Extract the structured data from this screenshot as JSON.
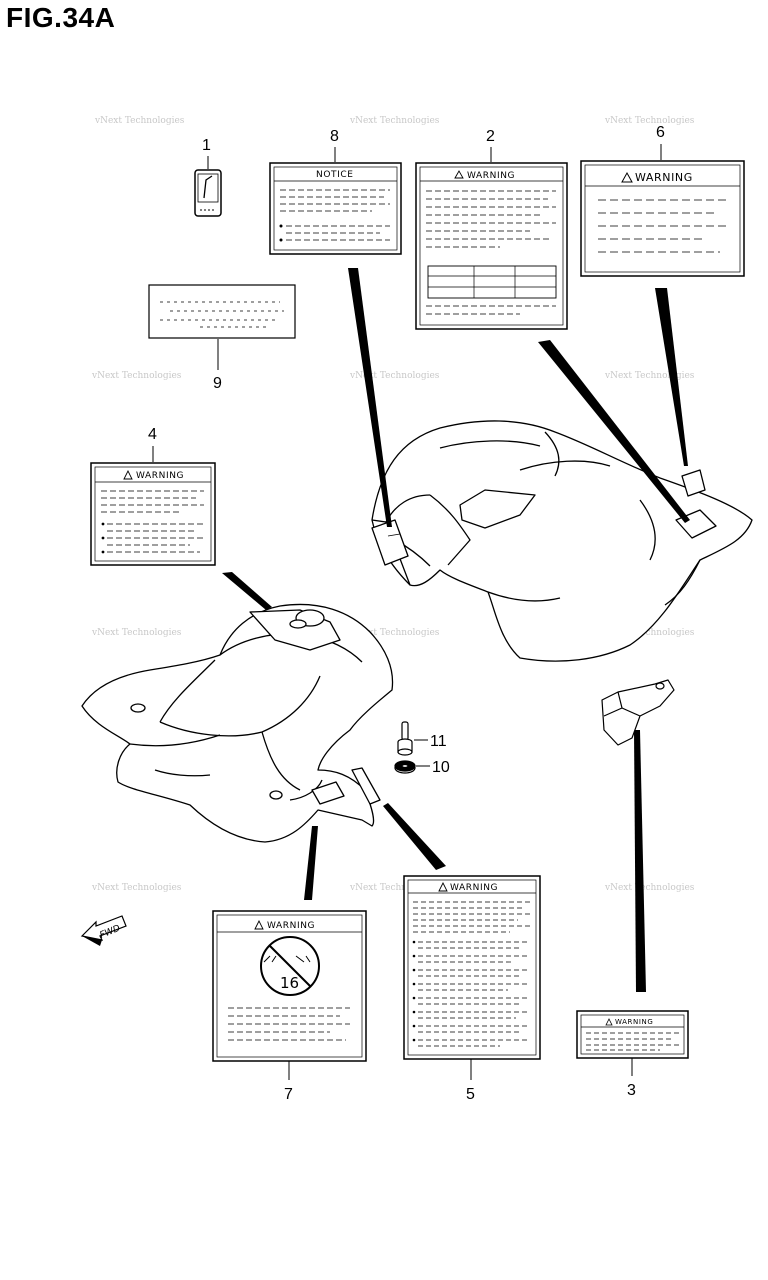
{
  "figure": {
    "title": "FIG.34A"
  },
  "watermark": {
    "text": "vNext Technologies"
  },
  "fwd_marker": {
    "text": "FWD",
    "icon": "fwd-arrow-icon"
  },
  "parts": [
    {
      "number": "1",
      "label_text": ""
    },
    {
      "number": "2",
      "label_text": "WARNING"
    },
    {
      "number": "3",
      "label_text": "WARNING"
    },
    {
      "number": "4",
      "label_text": "WARNING"
    },
    {
      "number": "5",
      "label_text": "WARNING"
    },
    {
      "number": "6",
      "label_text": "WARNING"
    },
    {
      "number": "7",
      "label_text": "WARNING"
    },
    {
      "number": "8",
      "label_text": "NOTICE"
    },
    {
      "number": "9",
      "label_text": ""
    },
    {
      "number": "10",
      "label_text": ""
    },
    {
      "number": "11",
      "label_text": ""
    }
  ],
  "sign_7": {
    "text": "16"
  }
}
